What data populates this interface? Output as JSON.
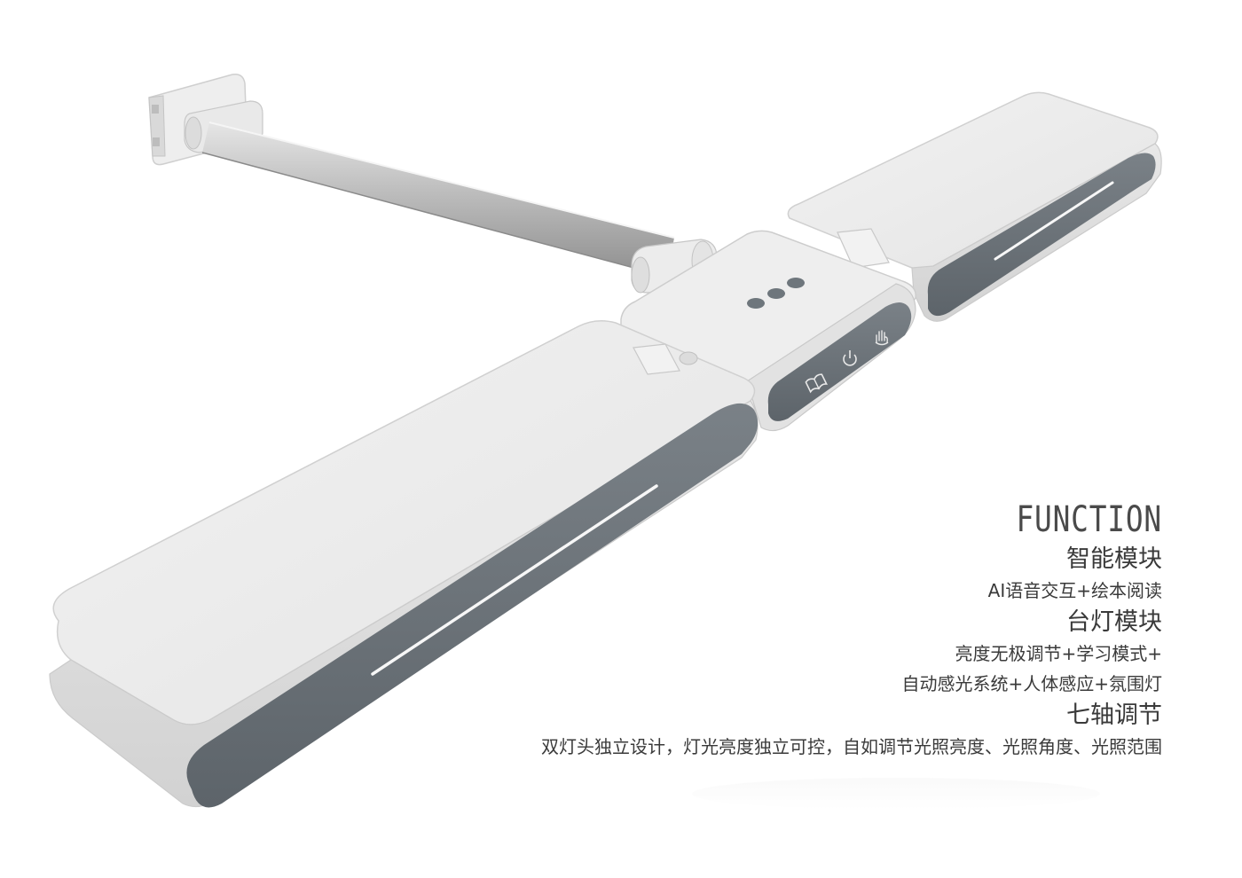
{
  "image": {
    "subject": "lamp-render",
    "colors": {
      "background": "#ffffff",
      "body": "#ececec",
      "body_shadow": "#d8d8d8",
      "trim": "#6b7278",
      "light_strip": "#f7f7f7",
      "arm": "#c9c9c9",
      "text": "#3a3a3a"
    },
    "icons": [
      "book-icon",
      "power-icon",
      "hand-icon"
    ]
  },
  "function_panel": {
    "heading": "FUNCTION",
    "modules": [
      {
        "title": "智能模块",
        "lines": [
          "AI语音交互+绘本阅读"
        ]
      },
      {
        "title": "台灯模块",
        "lines": [
          "亮度无极调节+学习模式+",
          "自动感光系统+人体感应+氛围灯"
        ]
      },
      {
        "title": "七轴调节",
        "lines": [
          "双灯头独立设计，灯光亮度独立可控，自如调节光照亮度、光照角度、光照范围"
        ]
      }
    ]
  }
}
